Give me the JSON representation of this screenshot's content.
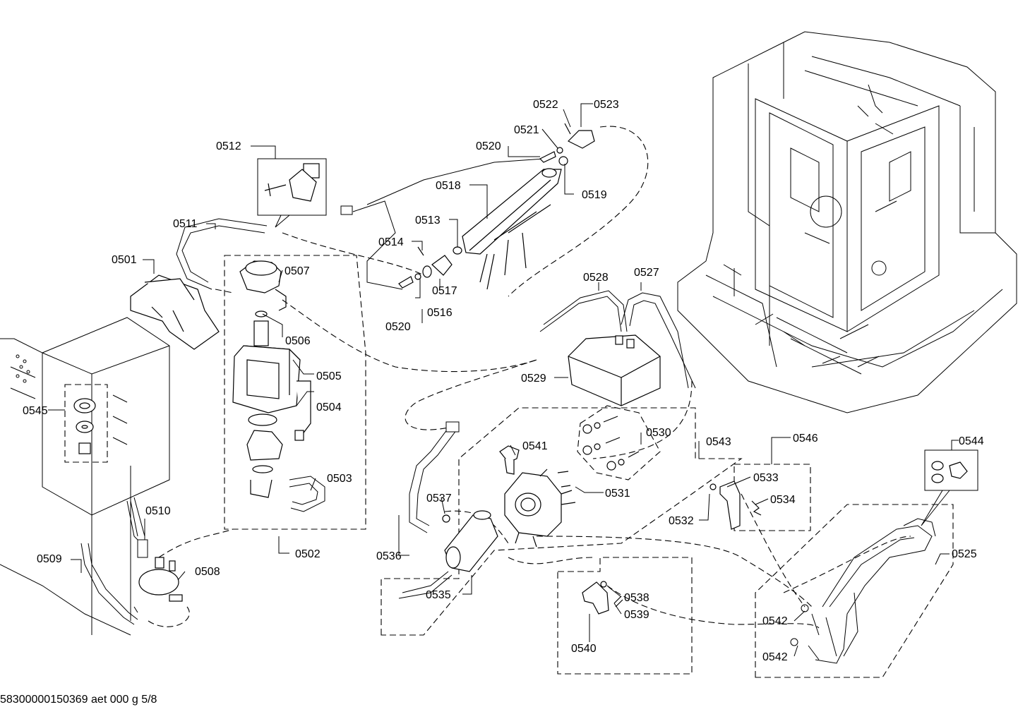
{
  "footer": "58300000150369 aet 000 g 5/8",
  "labels": {
    "l0501": "0501",
    "l0502": "0502",
    "l0503": "0503",
    "l0504": "0504",
    "l0505": "0505",
    "l0506": "0506",
    "l0507": "0507",
    "l0508": "0508",
    "l0509": "0509",
    "l0510": "0510",
    "l0511": "0511",
    "l0512": "0512",
    "l0513": "0513",
    "l0514": "0514",
    "l0516": "0516",
    "l0517": "0517",
    "l0518": "0518",
    "l0519": "0519",
    "l0520a": "0520",
    "l0520b": "0520",
    "l0521": "0521",
    "l0522": "0522",
    "l0523": "0523",
    "l0525": "0525",
    "l0527": "0527",
    "l0528": "0528",
    "l0529": "0529",
    "l0530": "0530",
    "l0531": "0531",
    "l0532": "0532",
    "l0533": "0533",
    "l0534": "0534",
    "l0535": "0535",
    "l0536": "0536",
    "l0537": "0537",
    "l0538": "0538",
    "l0539": "0539",
    "l0540": "0540",
    "l0541": "0541",
    "l0542a": "0542",
    "l0542b": "0542",
    "l0543": "0543",
    "l0544": "0544",
    "l0545": "0545",
    "l0546": "0546"
  }
}
